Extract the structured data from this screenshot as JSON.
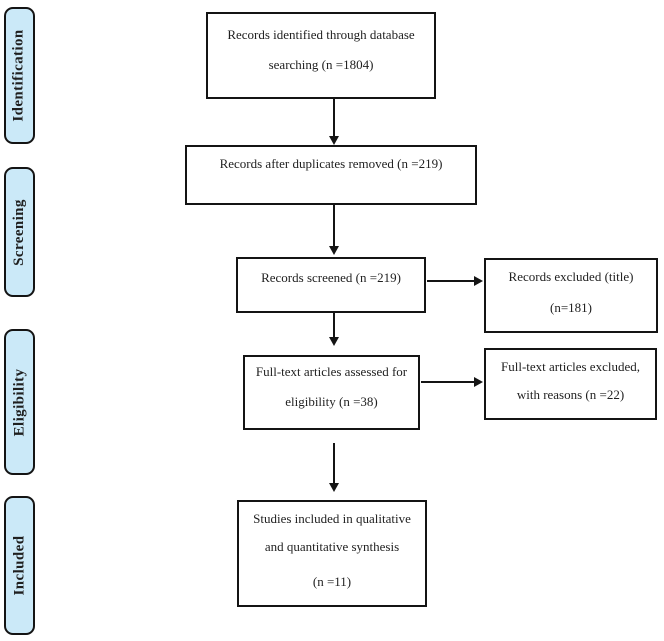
{
  "colors": {
    "stage_fill": "#cbe9f8",
    "border": "#141414",
    "text": "#1f1f1f",
    "background": "#ffffff"
  },
  "sidebar": {
    "stages": [
      {
        "label": "Identification"
      },
      {
        "label": "Screening"
      },
      {
        "label": "Eligibility"
      },
      {
        "label": "Included"
      }
    ]
  },
  "flow": {
    "boxes": [
      {
        "id": "records-identified",
        "n": 1804,
        "lines": [
          "Records identified through database",
          "searching (n =1804)"
        ]
      },
      {
        "id": "duplicates-removed",
        "n": 219,
        "lines": [
          "Records after duplicates removed (n =219)"
        ]
      },
      {
        "id": "records-screened",
        "n": 219,
        "lines": [
          "Records screened (n =219)"
        ]
      },
      {
        "id": "records-excluded-title",
        "n": 181,
        "lines": [
          "Records excluded (title)",
          "(n=181)"
        ]
      },
      {
        "id": "fulltext-assessed",
        "n": 38,
        "lines": [
          "Full-text articles assessed for",
          "eligibility (n =38)"
        ]
      },
      {
        "id": "fulltext-excluded",
        "n": 22,
        "lines": [
          "Full-text articles excluded,",
          "with reasons (n =22)"
        ]
      },
      {
        "id": "studies-included",
        "n": 11,
        "lines": [
          "Studies included in qualitative",
          "and quantitative synthesis",
          "(n =11)"
        ]
      }
    ]
  }
}
